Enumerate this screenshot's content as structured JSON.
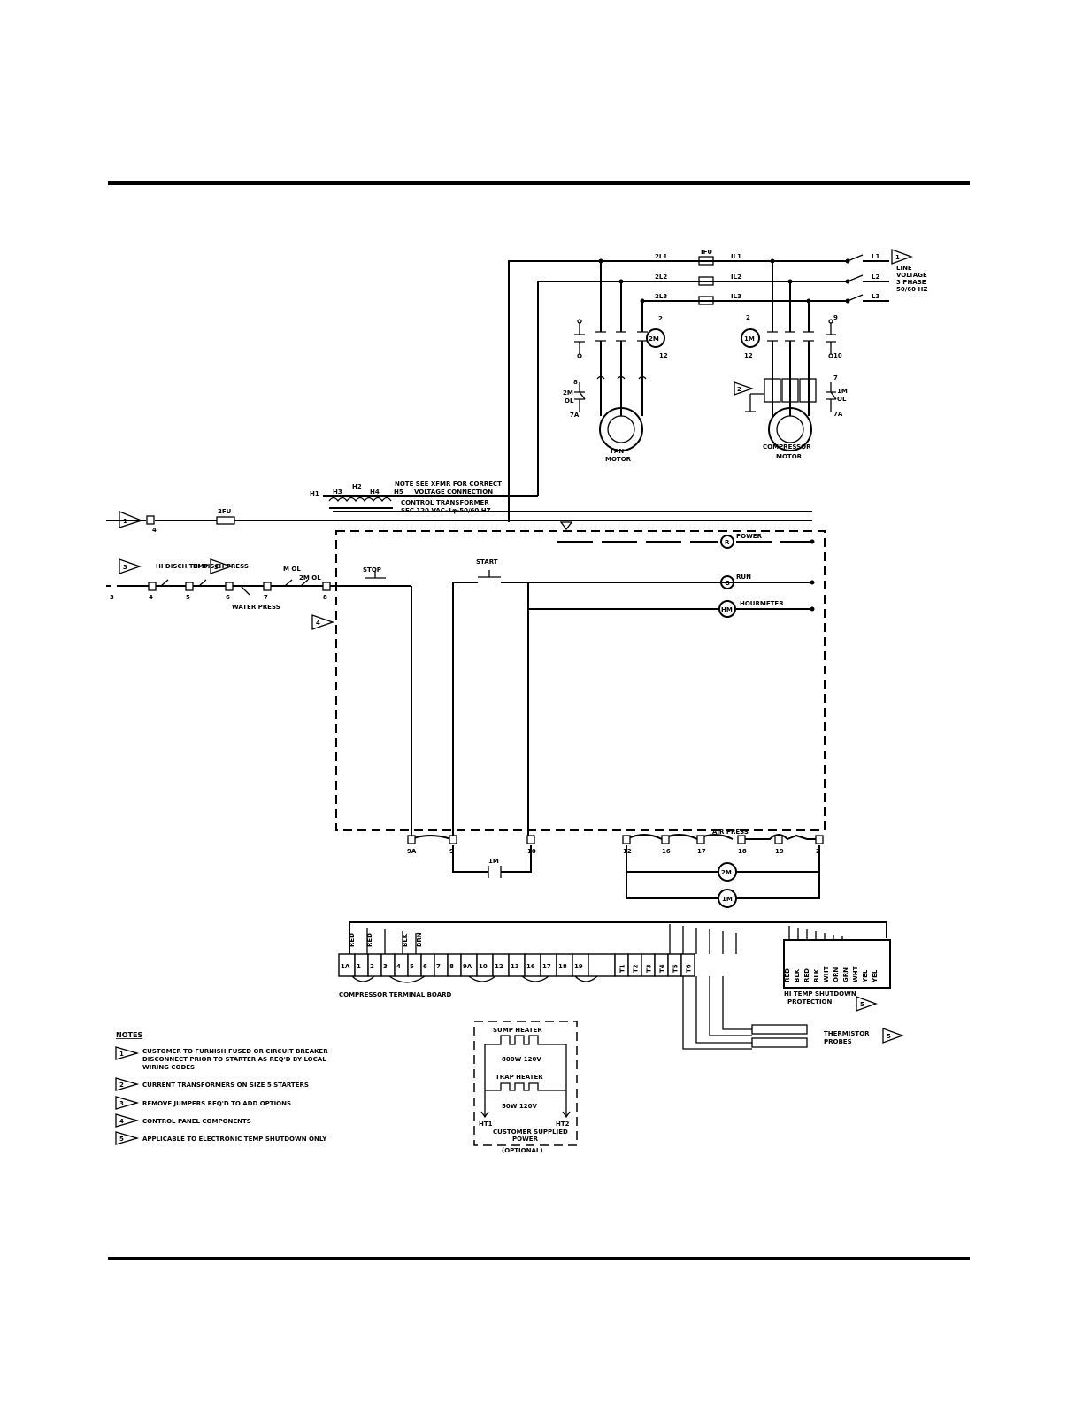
{
  "lines": {
    "labels": [
      "2L1",
      "IFU",
      "IL1",
      "2L2",
      "IL2",
      "2L3",
      "IL3",
      "L1",
      "L2",
      "L3"
    ],
    "supply": [
      "LINE",
      "VOLTAGE",
      "3 PHASE",
      "50/60 HZ"
    ],
    "note_number": "1"
  },
  "fan": {
    "starter": "2M",
    "starter_wires": [
      "2",
      "12"
    ],
    "ol": [
      "8",
      "2M",
      "OL",
      "7A"
    ],
    "motor_label": [
      "FAN",
      "MOTOR"
    ]
  },
  "compressor": {
    "starter": "1M",
    "starter_wires": [
      "2",
      "12"
    ],
    "aux_wires": [
      "9",
      "10"
    ],
    "ol": [
      "7",
      "1M",
      "OL",
      "7A"
    ],
    "ct_note": "2",
    "motor_label": [
      "COMPRESSOR",
      "MOTOR"
    ]
  },
  "transformer": {
    "taps": [
      "H1",
      "H3",
      "H2",
      "H4",
      "H5"
    ],
    "note": [
      "NOTE SEE XFMR FOR CORRECT",
      "VOLTAGE CONNECTION"
    ],
    "title": "CONTROL TRANSFORMER",
    "secondary": "SEC 120 VAC-1φ-50/60 HZ"
  },
  "control": {
    "fuse": "2FU",
    "wire_4": "4",
    "note_1": "1",
    "note_3": "3",
    "note_4": "4",
    "devices": [
      "HI DISCH TEMP",
      "HI DISCH PRESS",
      "WATER PRESS",
      "M OL",
      "2M OL"
    ],
    "wires": [
      "3",
      "4",
      "5",
      "6",
      "7",
      "8"
    ],
    "stop": "STOP",
    "start": "START",
    "power": "POWER",
    "run": "RUN",
    "hourmeter": "HOURMETER",
    "pilot_r": "R",
    "pilot_g": "G",
    "hm": "HM",
    "bottom_terminals": [
      "9A",
      "9",
      "10",
      "12",
      "16",
      "17",
      "18",
      "19",
      "2"
    ],
    "air_press": "AIR PRESS",
    "coil_2m": "2M",
    "coil_1m": "1M",
    "aux_1m": "1M"
  },
  "terminal_board": {
    "cells": [
      "1A",
      "1",
      "2",
      "3",
      "4",
      "5",
      "6",
      "7",
      "8",
      "9A",
      "10",
      "12",
      "13",
      "16",
      "17",
      "18",
      "19",
      "",
      "T1",
      "T2",
      "T3",
      "T4",
      "T5",
      "T6"
    ],
    "wire_colors": [
      "RED",
      "RED",
      "BLK",
      "BRN"
    ],
    "label": "COMPRESSOR TERMINAL BOARD"
  },
  "shutdown": {
    "cells": [
      "RED",
      "BLK",
      "RED",
      "BLK",
      "WHT",
      "ORN",
      "GRN",
      "WHT",
      "YEL",
      "YEL"
    ],
    "label": [
      "HI TEMP SHUTDOWN",
      "PROTECTION"
    ],
    "note": "5"
  },
  "thermistor": {
    "label": [
      "THERMISTOR",
      "PROBES"
    ],
    "note": "5"
  },
  "notes": {
    "title": "NOTES",
    "items": [
      {
        "num": "1",
        "text": [
          "CUSTOMER TO FURNISH FUSED OR CIRCUIT BREAKER",
          "DISCONNECT PRIOR TO STARTER AS REQ'D BY LOCAL",
          "WIRING CODES"
        ]
      },
      {
        "num": "2",
        "text": [
          "CURRENT TRANSFORMERS ON SIZE 5 STARTERS"
        ]
      },
      {
        "num": "3",
        "text": [
          "REMOVE JUMPERS REQ'D TO ADD OPTIONS"
        ]
      },
      {
        "num": "4",
        "text": [
          "CONTROL PANEL COMPONENTS"
        ]
      },
      {
        "num": "5",
        "text": [
          "APPLICABLE TO ELECTRONIC TEMP SHUTDOWN ONLY"
        ]
      }
    ]
  },
  "heaters": {
    "sump": "SUMP HEATER",
    "sump_rating": "800W 120V",
    "trap": "TRAP HEATER",
    "trap_rating": "50W 120V",
    "ht1": "HT1",
    "ht2": "HT2",
    "customer": [
      "CUSTOMER SUPPLIED",
      "POWER",
      "(OPTIONAL)"
    ]
  }
}
